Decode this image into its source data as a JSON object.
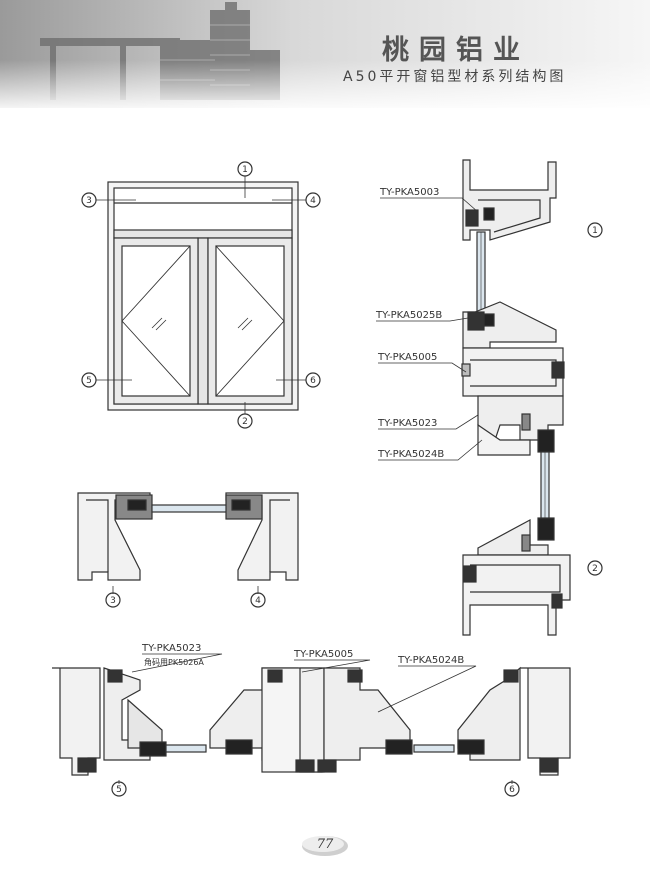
{
  "header": {
    "brand": "桃园铝业",
    "subtitle": "A50平开窗铝型材系列结构图"
  },
  "callouts": {
    "c1": "1",
    "c2": "2",
    "c3": "3",
    "c4": "4",
    "c5": "5",
    "c6": "6"
  },
  "profiles": {
    "vertical": {
      "p1": "TY-PKA5003",
      "p2": "TY-PKA5025B",
      "p3": "TY-PKA5005",
      "p4": "TY-PKA5023",
      "p5": "TY-PKA5024B"
    },
    "horizontal": {
      "p1": "TY-PKA5023",
      "p1_note": "角码用PK5026A",
      "p2": "TY-PKA5005",
      "p3": "TY-PKA5024B"
    }
  },
  "page_number": "77",
  "colors": {
    "line": "#333333",
    "fill_light": "#e8e8e8",
    "glass": "#d6e4ee",
    "seal": "#222222"
  }
}
